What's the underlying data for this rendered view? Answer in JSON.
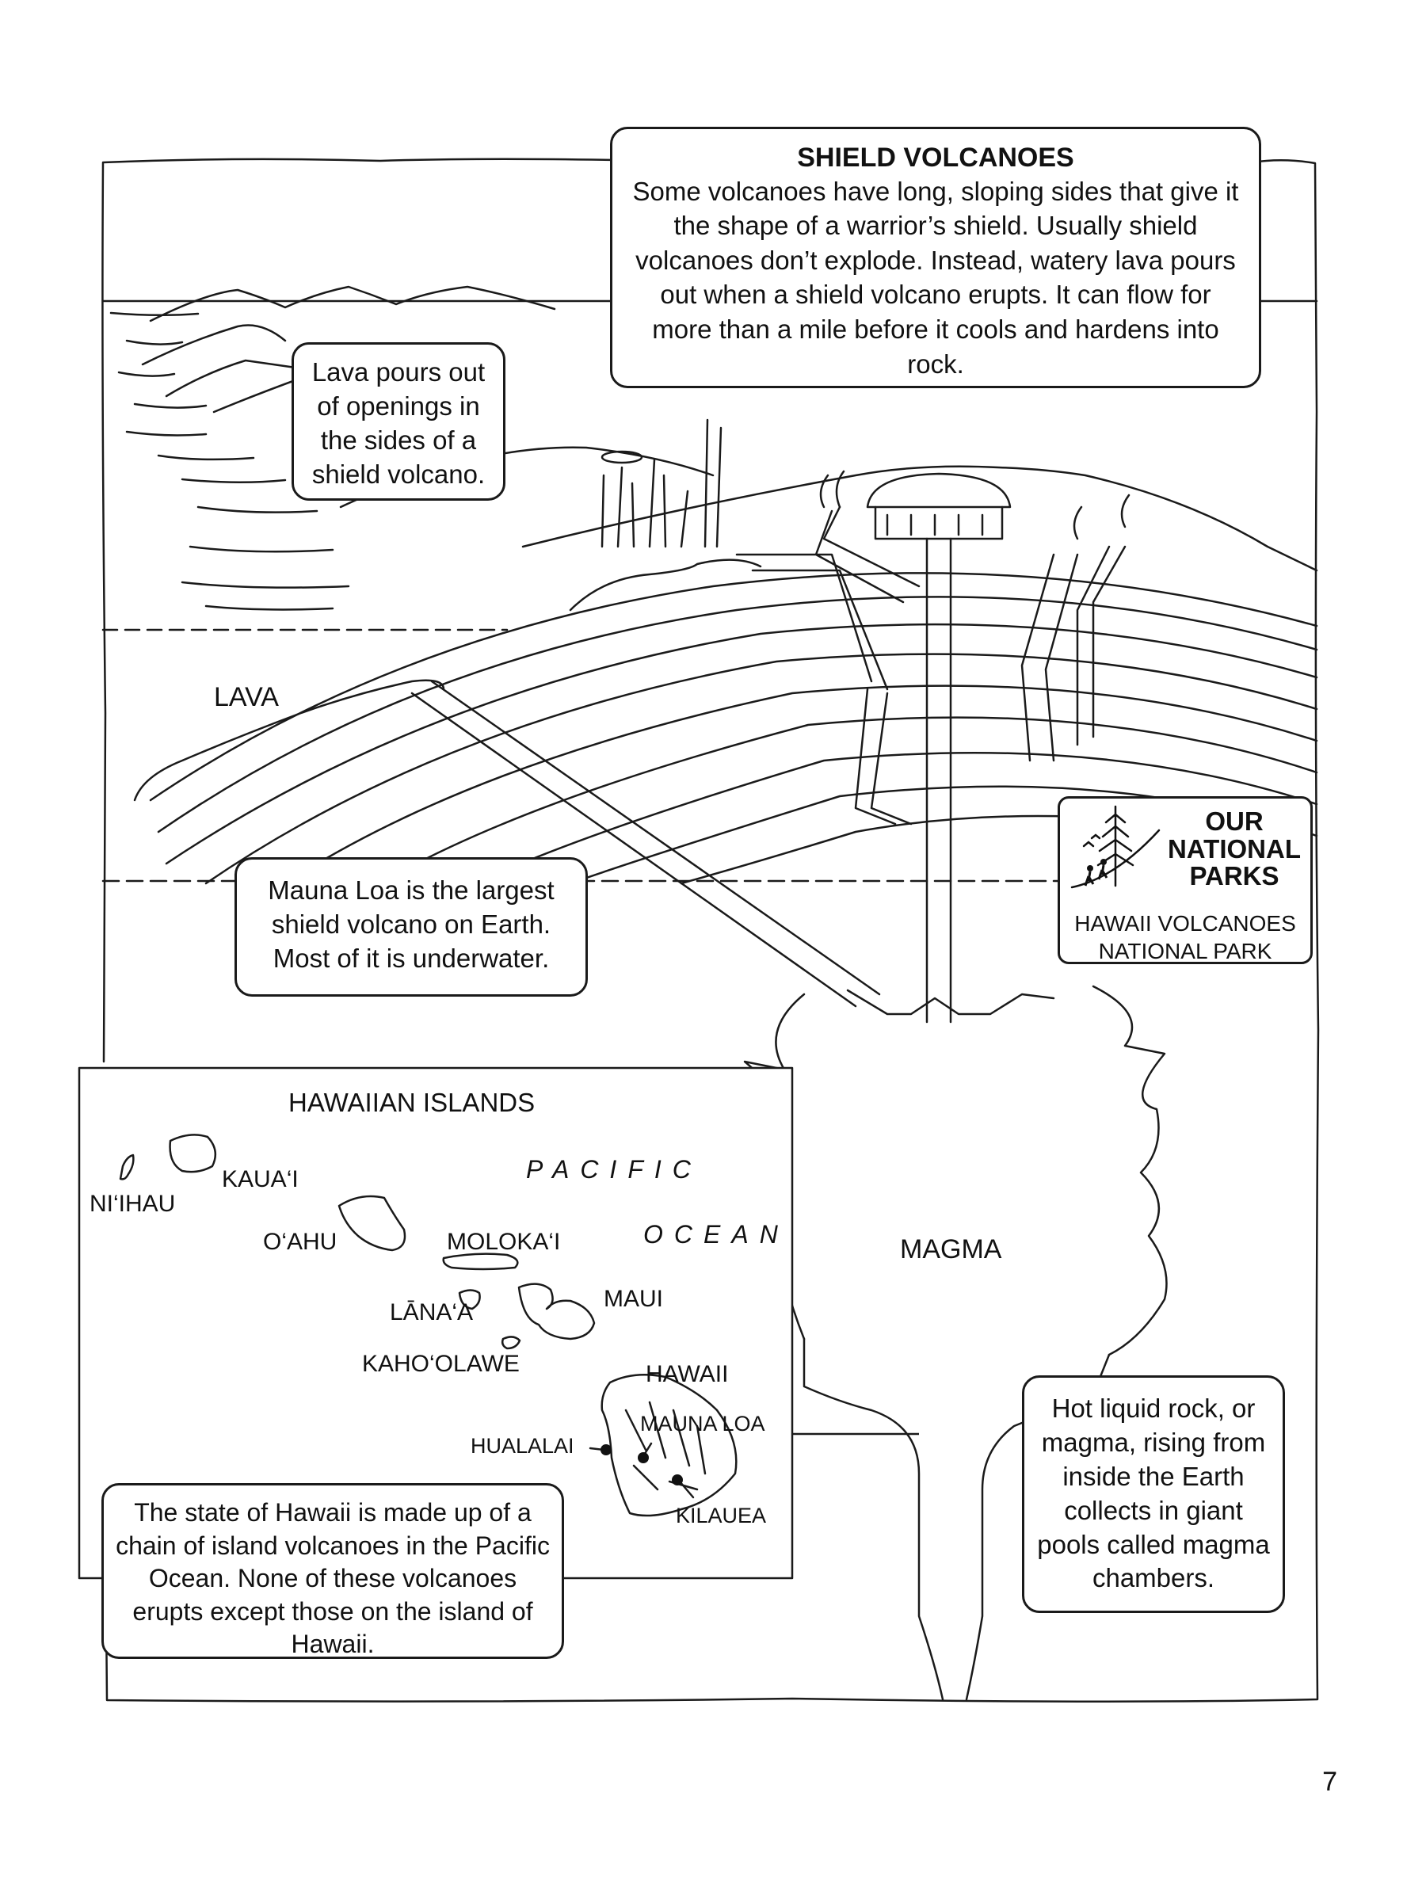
{
  "shield_box": {
    "title": "SHIELD VOLCANOES",
    "body": "Some volcanoes have long, sloping sides that give it the shape of a warrior’s shield. Usually shield volcanoes don’t explode. Instead, watery lava pours out when a shield volcano erupts. It can flow for more than a mile before it cools and hardens into rock."
  },
  "lava_openings_box": {
    "text": "Lava pours out of openings in the sides of a shield volcano."
  },
  "lava_label": "LAVA",
  "mauna_loa_box": {
    "text": "Mauna Loa is the largest shield volcano on Earth. Most of it is underwater."
  },
  "parks_badge": {
    "title_line1": "OUR",
    "title_line2": "NATIONAL",
    "title_line3": "PARKS",
    "subtitle_line1": "HAWAII VOLCANOES",
    "subtitle_line2": "NATIONAL PARK",
    "icon": "tree-hikers-icon"
  },
  "magma_label": "MAGMA",
  "map": {
    "title": "HAWAIIAN ISLANDS",
    "ocean_word1": "PACIFIC",
    "ocean_word2": "OCEAN",
    "islands": {
      "niihau": "NI‘IHAU",
      "kauai": "KAUA‘I",
      "oahu": "O‘AHU",
      "molokai": "MOLOKA‘I",
      "lanai": "LĀNA‘A",
      "maui": "MAUI",
      "kahoolawe": "KAHO‘OLAWE",
      "hawaii": "HAWAII"
    },
    "volcanoes": {
      "hualalai": "HUALALAI",
      "mauna_loa": "MAUNA LOA",
      "kilauea": "KILAUEA"
    }
  },
  "state_box": {
    "text": "The state of Hawaii is made up of a chain of island volcanoes in the Pacific Ocean. None of these volcanoes erupts except those on the island of Hawaii."
  },
  "magma_box": {
    "text": "Hot liquid rock, or magma, rising from inside the Earth collects in giant pools called magma chambers."
  },
  "page_number": "7"
}
